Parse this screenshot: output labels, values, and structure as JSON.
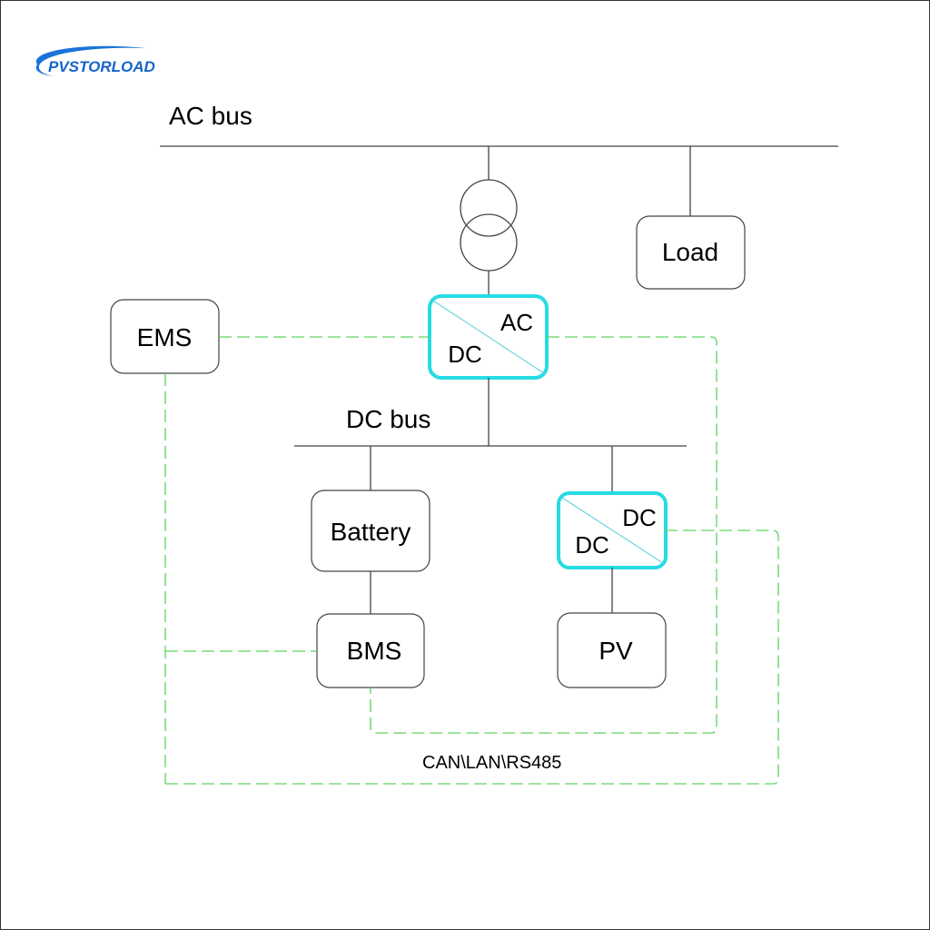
{
  "logo": {
    "text": "PVSTORLOAD",
    "color": "#1565c8"
  },
  "buses": {
    "ac": {
      "label": "AC bus"
    },
    "dc": {
      "label": "DC bus"
    }
  },
  "components": {
    "load": {
      "label": "Load"
    },
    "ems": {
      "label": "EMS"
    },
    "battery": {
      "label": "Battery"
    },
    "bms": {
      "label": "BMS"
    },
    "pv": {
      "label": "PV"
    },
    "transformer": {
      "label": ""
    },
    "ac_dc_converter": {
      "top_label": "AC",
      "bottom_label": "DC"
    },
    "dc_dc_converter": {
      "top_label": "DC",
      "bottom_label": "DC"
    }
  },
  "communication": {
    "label": "CAN\\LAN\\RS485",
    "color": "#5fd35f"
  },
  "colors": {
    "converter_border": "#27dbe3",
    "wire": "#444444"
  }
}
